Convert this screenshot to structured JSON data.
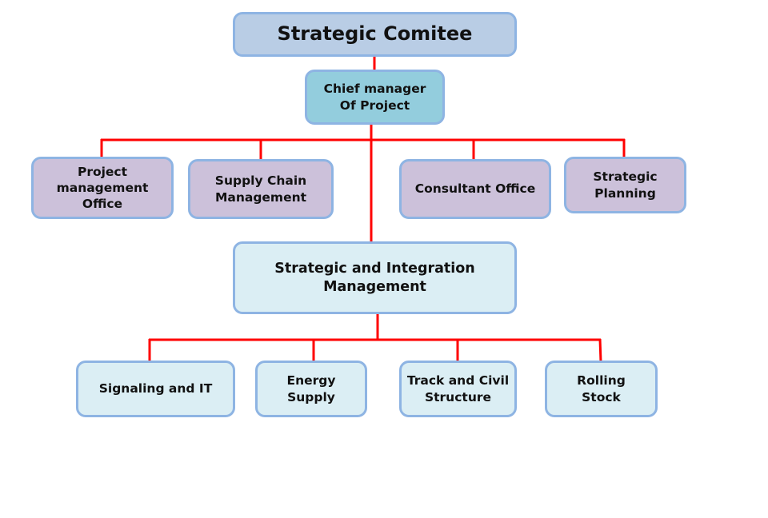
{
  "diagram": {
    "type": "org-chart",
    "connector_color": "#ff0000",
    "nodes": {
      "strategic_comitee": {
        "label": "Strategic Comitee",
        "fill": "#b9cde5"
      },
      "chief_manager": {
        "label": "Chief  manager\nOf Project",
        "fill": "#93cddd",
        "parent": "strategic_comitee"
      },
      "project_management_office": {
        "label": "Project\nmanagement\nOffice",
        "fill": "#ccc1da",
        "parent": "chief_manager"
      },
      "supply_chain_management": {
        "label": "Supply  Chain\nManagement",
        "fill": "#ccc1da",
        "parent": "chief_manager"
      },
      "consultant_office": {
        "label": "Consultant  Office",
        "fill": "#ccc1da",
        "parent": "chief_manager"
      },
      "strategic_planning": {
        "label": "Strategic\nPlanning",
        "fill": "#ccc1da",
        "parent": "chief_manager"
      },
      "strategic_integration": {
        "label": "Strategic and Integration\nManagement",
        "fill": "#dbeef4",
        "parent": "chief_manager"
      },
      "signaling_it": {
        "label": "Signaling  and  IT",
        "fill": "#dbeef4",
        "parent": "strategic_integration"
      },
      "energy_supply": {
        "label": "Energy\nSupply",
        "fill": "#dbeef4",
        "parent": "strategic_integration"
      },
      "track_civil": {
        "label": "Track and Civil\nStructure",
        "fill": "#dbeef4",
        "parent": "strategic_integration"
      },
      "rolling_stock": {
        "label": "Rolling\nStock",
        "fill": "#dbeef4",
        "parent": "strategic_integration"
      }
    }
  }
}
